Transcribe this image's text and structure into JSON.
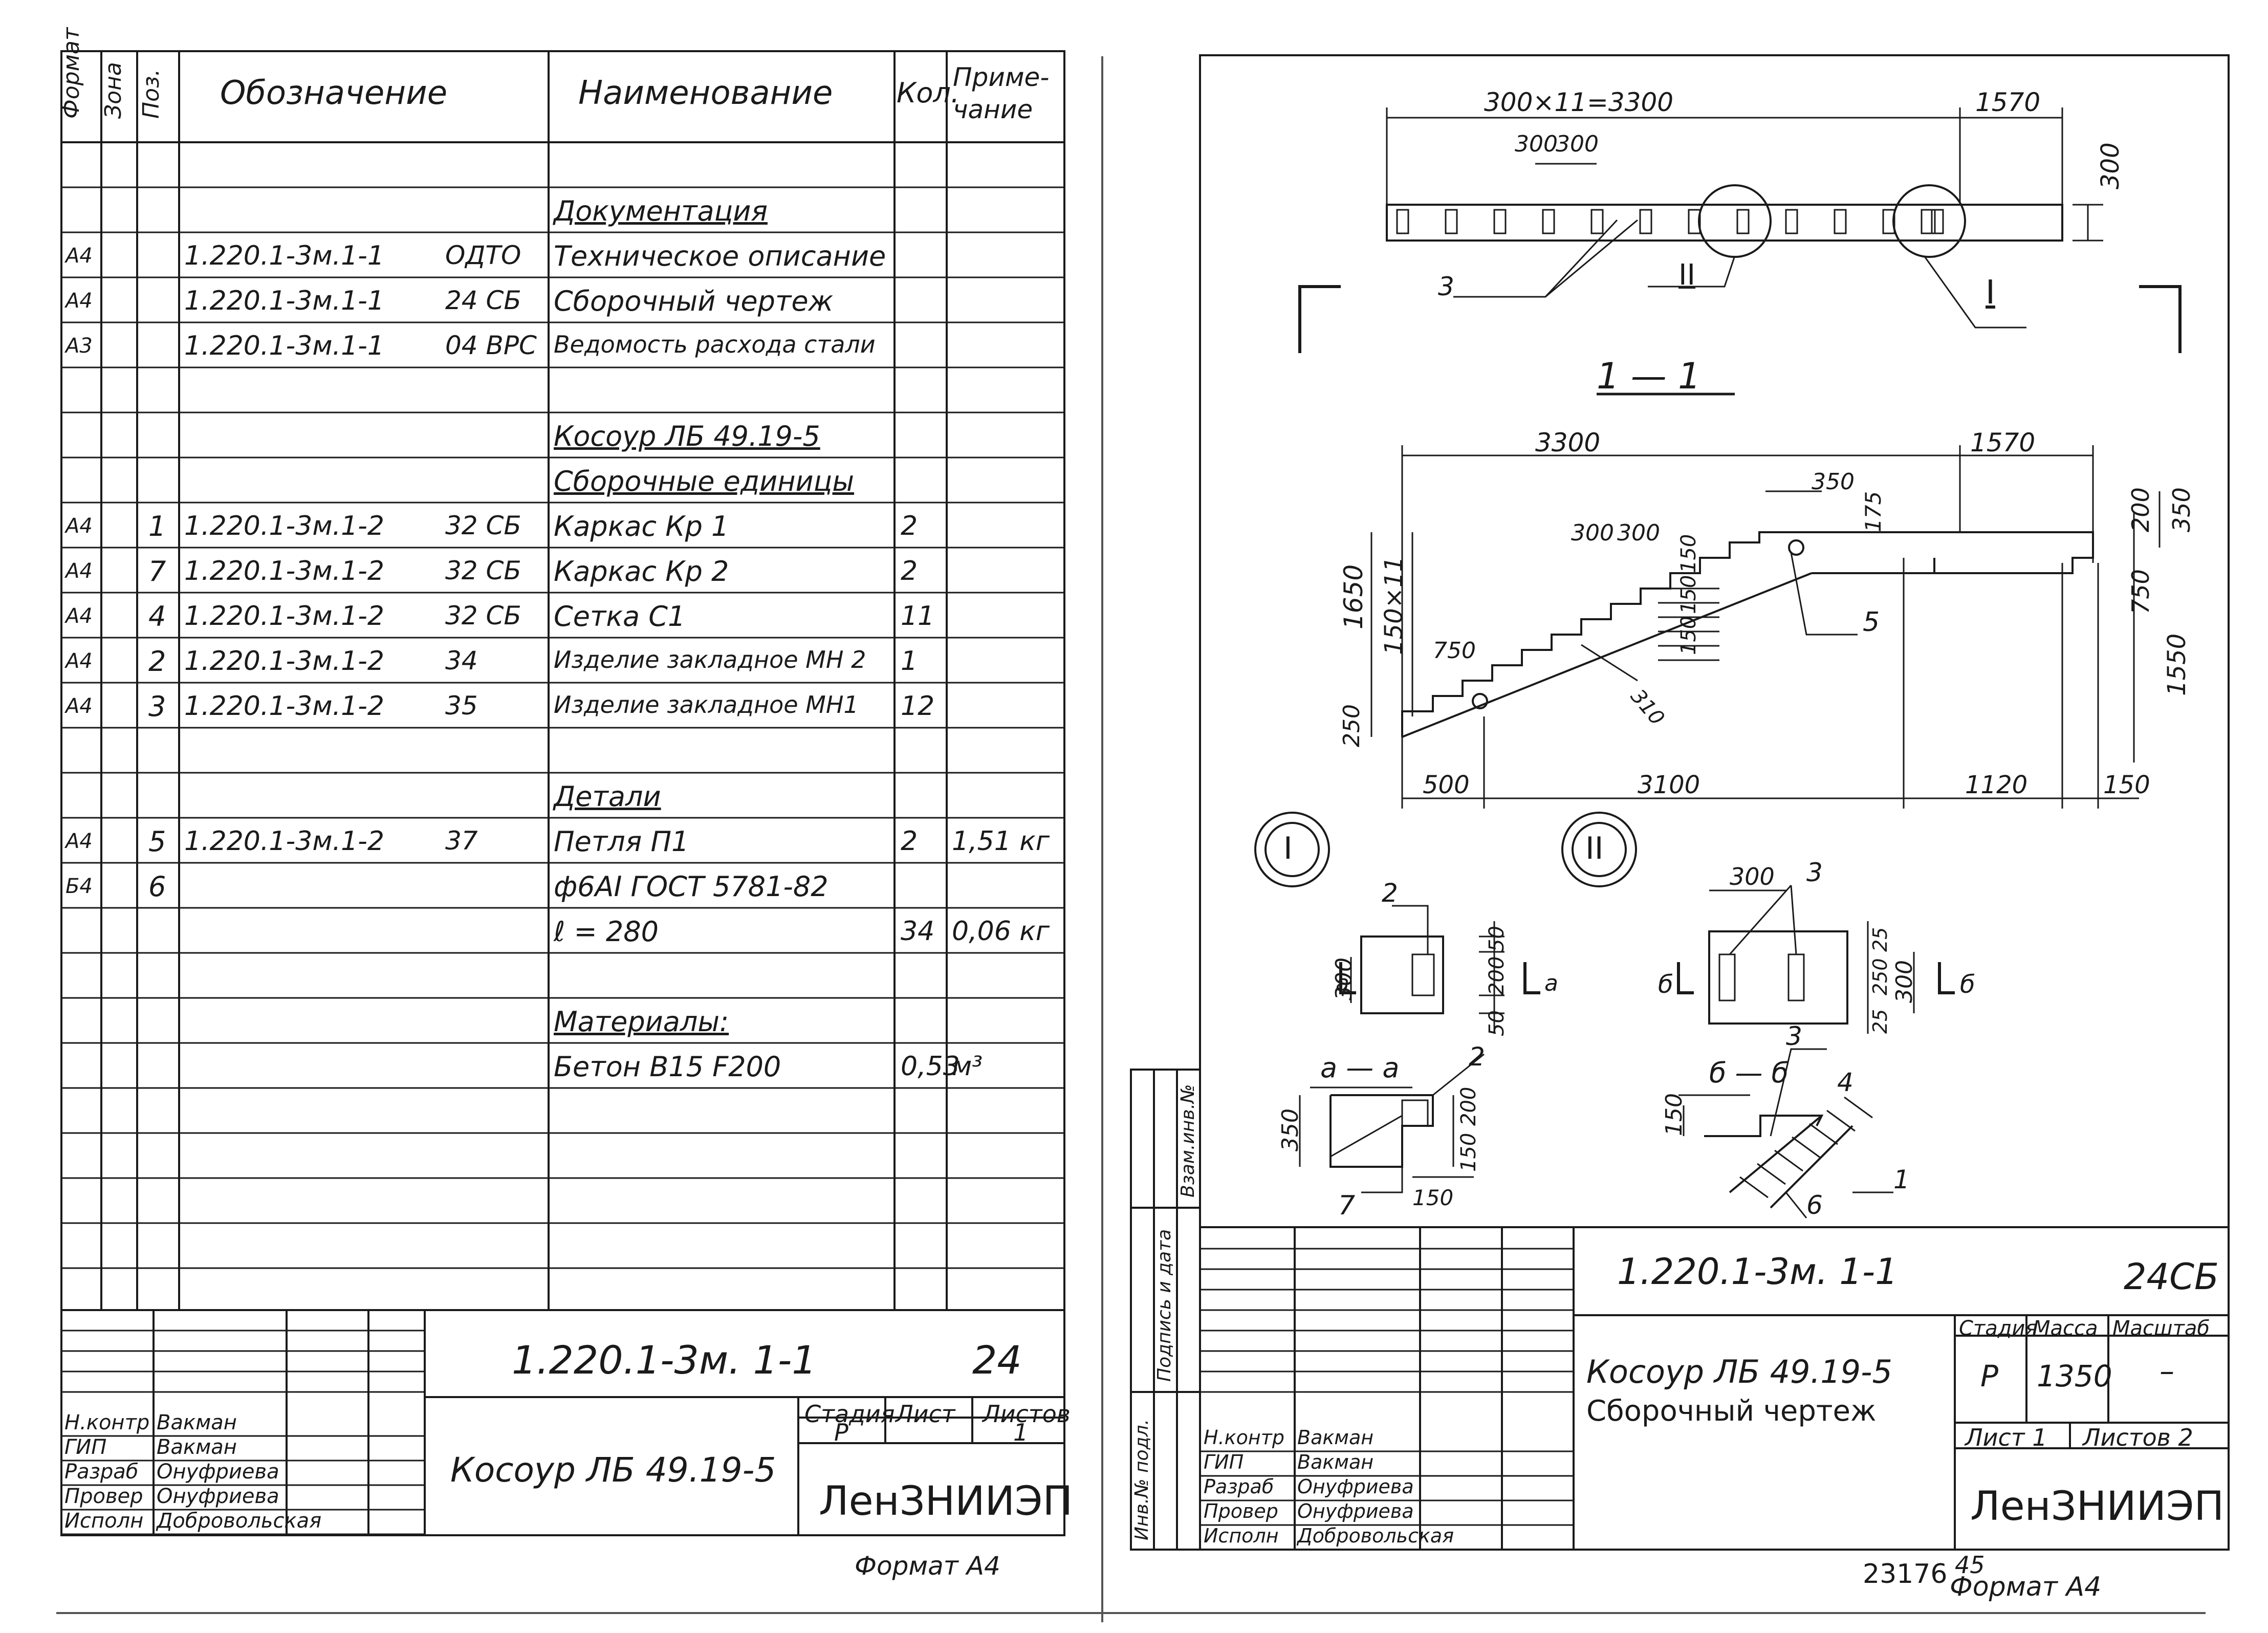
{
  "left": {
    "header": {
      "format": "Формат",
      "zone": "Зона",
      "pos": "Поз.",
      "designation": "Обозначение",
      "name": "Наименование",
      "qty": "Кол.",
      "note": "Приме-чание"
    },
    "rows": [
      {
        "fmt": "",
        "pos": "",
        "des": "",
        "code": "",
        "name": "Документация",
        "qty": "",
        "note": ""
      },
      {
        "fmt": "А4",
        "pos": "",
        "des": "1.220.1-3м.1-1",
        "code": "ОДТО",
        "name": "Техническое описание",
        "qty": "",
        "note": ""
      },
      {
        "fmt": "А4",
        "pos": "",
        "des": "1.220.1-3м.1-1",
        "code": "24 СБ",
        "name": "Сборочный чертеж",
        "qty": "",
        "note": ""
      },
      {
        "fmt": "А3",
        "pos": "",
        "des": "1.220.1-3м.1-1",
        "code": "04 ВРС",
        "name": "Ведомость расхода стали",
        "qty": "",
        "note": ""
      },
      {
        "fmt": "",
        "pos": "",
        "des": "",
        "code": "",
        "name": "",
        "qty": "",
        "note": ""
      },
      {
        "fmt": "",
        "pos": "",
        "des": "",
        "code": "",
        "name": "Косоур ЛБ 49.19-5",
        "qty": "",
        "note": ""
      },
      {
        "fmt": "",
        "pos": "",
        "des": "",
        "code": "",
        "name": "Сборочные единицы",
        "qty": "",
        "note": ""
      },
      {
        "fmt": "А4",
        "pos": "1",
        "des": "1.220.1-3м.1-2",
        "code": "32 СБ",
        "name": "Каркас Кр 1",
        "qty": "2",
        "note": ""
      },
      {
        "fmt": "А4",
        "pos": "7",
        "des": "1.220.1-3м.1-2",
        "code": "32 СБ",
        "name": "Каркас Кр 2",
        "qty": "2",
        "note": ""
      },
      {
        "fmt": "А4",
        "pos": "4",
        "des": "1.220.1-3м.1-2",
        "code": "32 СБ",
        "name": "Сетка С1",
        "qty": "11",
        "note": ""
      },
      {
        "fmt": "А4",
        "pos": "2",
        "des": "1.220.1-3м.1-2",
        "code": "34",
        "name": "Изделие закладное МН 2",
        "qty": "1",
        "note": ""
      },
      {
        "fmt": "А4",
        "pos": "3",
        "des": "1.220.1-3м.1-2",
        "code": "35",
        "name": "Изделие закладное МН1",
        "qty": "12",
        "note": ""
      },
      {
        "fmt": "",
        "pos": "",
        "des": "",
        "code": "",
        "name": "",
        "qty": "",
        "note": ""
      },
      {
        "fmt": "",
        "pos": "",
        "des": "",
        "code": "",
        "name": "Детали",
        "qty": "",
        "note": ""
      },
      {
        "fmt": "А4",
        "pos": "5",
        "des": "1.220.1-3м.1-2",
        "code": "37",
        "name": "Петля П1",
        "qty": "2",
        "note": "1,51 кг"
      },
      {
        "fmt": "Б4",
        "pos": "6",
        "des": "",
        "code": "",
        "name": "ф6АI ГОСТ 5781-82",
        "qty": "",
        "note": ""
      },
      {
        "fmt": "",
        "pos": "",
        "des": "",
        "code": "",
        "name": "ℓ = 280",
        "qty": "34",
        "note": "0,06 кг"
      },
      {
        "fmt": "",
        "pos": "",
        "des": "",
        "code": "",
        "name": "",
        "qty": "",
        "note": ""
      },
      {
        "fmt": "",
        "pos": "",
        "des": "",
        "code": "",
        "name": "Материалы:",
        "qty": "",
        "note": ""
      },
      {
        "fmt": "",
        "pos": "",
        "des": "",
        "code": "",
        "name": "Бетон В15 F200",
        "qty": "0,53",
        "note": "м³"
      }
    ],
    "stamp": {
      "doc_code": "1.220.1-3м. 1-1",
      "doc_num": "24",
      "title": "Косоур ЛБ 49.19-5",
      "stage_h": "Стадия",
      "sheet_h": "Лист",
      "sheets_h": "Листов",
      "stage": "Р",
      "sheets": "1",
      "org": "ЛенЗНИИЭП",
      "people": [
        {
          "role": "Н.контр",
          "name": "Вакман"
        },
        {
          "role": "ГИП",
          "name": "Вакман"
        },
        {
          "role": "Разраб",
          "name": "Онуфриева"
        },
        {
          "role": "Провер",
          "name": "Онуфриева"
        },
        {
          "role": "Исполн",
          "name": "Добровольская"
        }
      ]
    },
    "format_note": "Формат А4"
  },
  "right": {
    "views": {
      "plan_dims": [
        "300×11=3300",
        "1570",
        "300",
        "300",
        "300"
      ],
      "section_title": "1 — 1",
      "section_dims": [
        "3300",
        "1570",
        "350",
        "175",
        "200",
        "350",
        "300",
        "300",
        "150",
        "150",
        "150",
        "750",
        "1550",
        "1650",
        "150×11",
        "750",
        "250",
        "500",
        "3100",
        "1120",
        "150",
        "310"
      ],
      "markers": [
        "I",
        "II"
      ],
      "leaders": [
        "3",
        "5"
      ],
      "detail_I_dims": [
        "300",
        "50",
        "200",
        "50",
        "2"
      ],
      "detail_II_dims": [
        "300",
        "3",
        "25",
        "250",
        "25",
        "300"
      ],
      "aa_title": "а — а",
      "aa_dims": [
        "350",
        "200",
        "150",
        "150",
        "2",
        "7"
      ],
      "bb_title": "б — б",
      "bb_dims": [
        "150",
        "3",
        "4",
        "6",
        "1"
      ],
      "cut_a": "а",
      "cut_b": "б"
    },
    "stamp": {
      "doc_code": "1.220.1-3м. 1-1",
      "doc_suffix": "24СБ",
      "title_1": "Косоур ЛБ 49.19-5",
      "title_2": "Сборочный чертеж",
      "stage_h": "Стадия",
      "mass_h": "Масса",
      "scale_h": "Масштаб",
      "stage": "Р",
      "mass": "1350",
      "scale": "–",
      "sheet": "Лист 1",
      "sheets": "Листов 2",
      "org": "ЛенЗНИИЭП",
      "people": [
        {
          "role": "Н.контр",
          "name": "Вакман"
        },
        {
          "role": "ГИП",
          "name": "Вакман"
        },
        {
          "role": "Разраб",
          "name": "Онуфриева"
        },
        {
          "role": "Провер",
          "name": "Онуфриева"
        },
        {
          "role": "Исполн",
          "name": "Добровольская"
        }
      ],
      "side_labels": [
        "Инв.№ подл.",
        "Подпись и дата",
        "Взам.инв.№"
      ]
    },
    "archive_no": "23176",
    "archive_sub": "45",
    "format_note": "Формат А4"
  }
}
